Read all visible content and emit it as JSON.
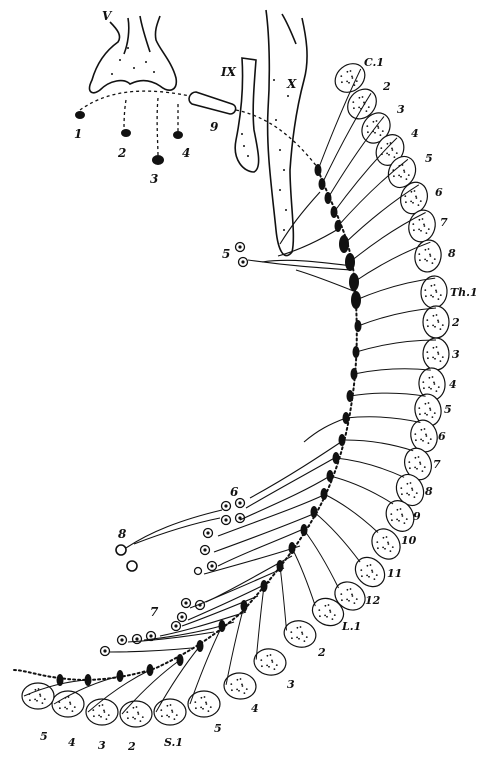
{
  "cranial_labels": {
    "trigeminal": "V",
    "glossopharyngeal": "IX",
    "vagus": "X"
  },
  "head_ganglia": [
    "1",
    "2",
    "3",
    "4",
    "9"
  ],
  "group_labels": {
    "g5": "5",
    "g6": "6",
    "g7": "7",
    "g8": "8"
  },
  "segments": {
    "cervical": [
      "C.1",
      "2",
      "3",
      "4",
      "5",
      "6",
      "7",
      "8"
    ],
    "thoracic": [
      "Th.1",
      "2",
      "3",
      "4",
      "5",
      "6",
      "7",
      "8",
      "9",
      "10",
      "11",
      "12"
    ],
    "lumbar": [
      "L.1",
      "2",
      "3",
      "4",
      "5"
    ],
    "sacral": [
      "S.1",
      "2",
      "3",
      "4",
      "5"
    ]
  }
}
